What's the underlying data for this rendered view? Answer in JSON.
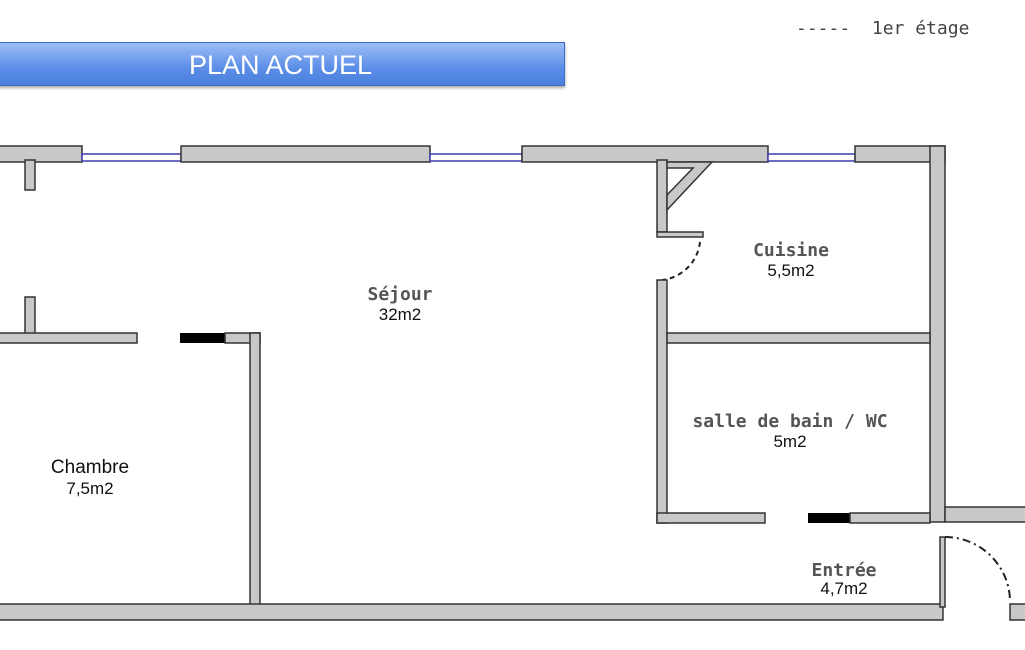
{
  "title": "PLAN ACTUEL",
  "legend": {
    "dash": "-----",
    "label": "1er étage"
  },
  "rooms": [
    {
      "name": "Séjour",
      "area": "32m2"
    },
    {
      "name": "Cuisine",
      "area": "5,5m2"
    },
    {
      "name": "salle de bain / WC",
      "area": "5m2"
    },
    {
      "name": "Chambre",
      "area": "7,5m2"
    },
    {
      "name": "Entrée",
      "area": "4,7m2"
    }
  ]
}
